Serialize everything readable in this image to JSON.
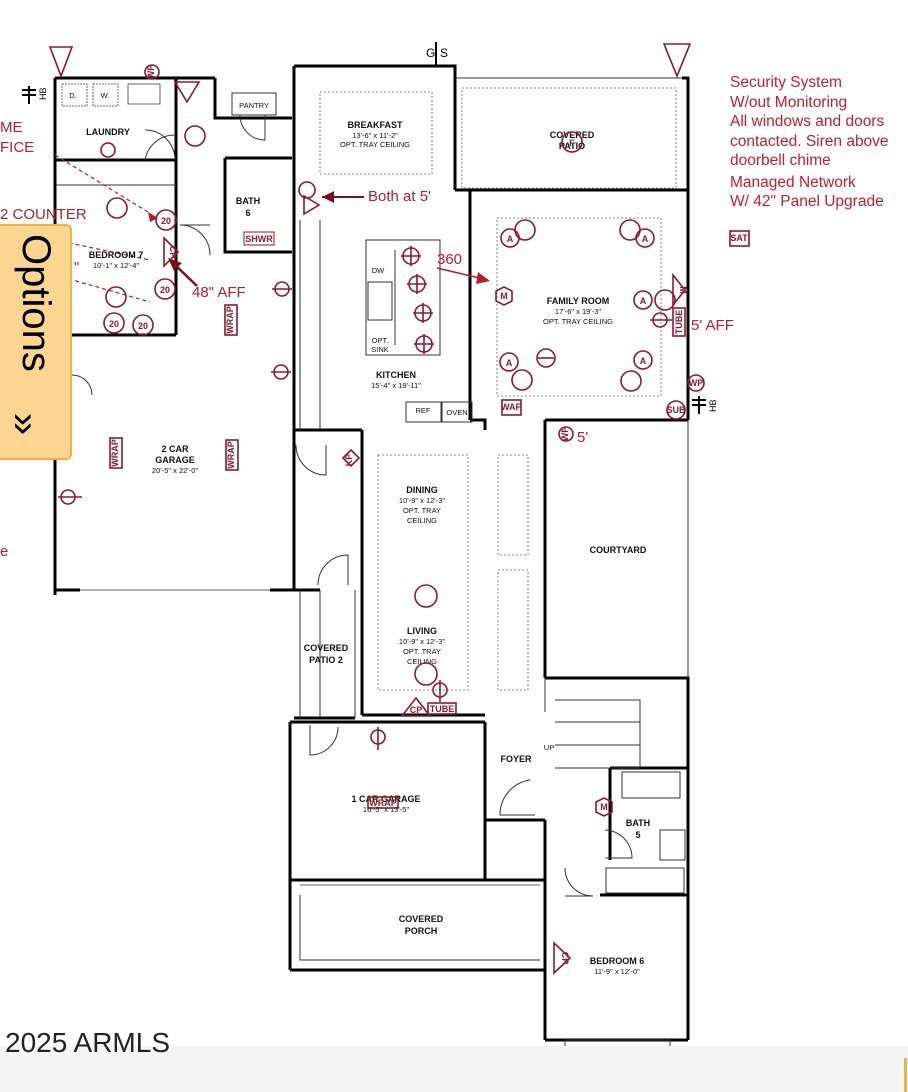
{
  "legend": {
    "lines": [
      "Security System",
      "W/out Monitoring",
      "All windows and doors",
      "contacted. Siren above",
      "doorbell chime",
      "Managed Network",
      "W/ 42\" Panel Upgrade"
    ]
  },
  "options_tab": {
    "label": "Options",
    "chevron": "»"
  },
  "copyright": "2025 ARMLS",
  "rooms": {
    "breakfast": {
      "name": "BREAKFAST",
      "dim": "13'-6\" x 11'-2\"",
      "note": "OPT. TRAY CEILING"
    },
    "covered_patio": {
      "name": "COVERED",
      "name2": "PATIO"
    },
    "family_room": {
      "name": "FAMILY ROOM",
      "dim": "17'-6\" x 19'-3\"",
      "note": "OPT. TRAY CEILING"
    },
    "kitchen": {
      "name": "KITCHEN",
      "dim": "15'-4\" x 19'-11\""
    },
    "laundry": {
      "name": "LAUNDRY"
    },
    "pantry": {
      "name": "PANTRY"
    },
    "bath6": {
      "name": "BATH",
      "num": "6"
    },
    "bedroom7": {
      "name": "BEDROOM 7",
      "dim": "10'-1\" x 12'-4\""
    },
    "garage2": {
      "name": "2 CAR",
      "name2": "GARAGE",
      "dim": "20'-5\" x 22'-0\""
    },
    "dining": {
      "name": "DINING",
      "dim": "10'-9\" x 12'-3\"",
      "note": "OPT. TRAY",
      "note2": "CEILING"
    },
    "living": {
      "name": "LIVING",
      "dim": "10'-9\" x 12'-3\"",
      "note": "OPT. TRAY",
      "note2": "CEILING"
    },
    "courtyard": {
      "name": "COURTYARD"
    },
    "covered_patio2": {
      "name": "COVERED",
      "name2": "PATIO 2"
    },
    "foyer": {
      "name": "FOYER"
    },
    "garage1": {
      "name": "1 CAR GARAGE",
      "dim": "16'-5\" x 13'-5\""
    },
    "bath5": {
      "name": "BATH",
      "num": "5"
    },
    "covered_porch": {
      "name": "COVERED",
      "name2": "PORCH"
    },
    "bedroom6": {
      "name": "BEDROOM 6",
      "dim": "11'-9\" x 12'-0\""
    }
  },
  "fixtures": {
    "shwr": "SHWR",
    "dw": "DW",
    "opt_sink": "OPT.",
    "opt_sink2": "SINK",
    "ref": "REF",
    "oven": "OVEN",
    "up": "UP",
    "d": "D.",
    "w": "W."
  },
  "annotations": {
    "both_at_5": "Both at 5'",
    "a360": "360",
    "aff_48": "48\" AFF",
    "aff_5": "5' AFF",
    "five": "5'",
    "home_office_1": "ME",
    "home_office_2": "FICE",
    "counter": "2 COUNTER",
    "left_quote": "\"",
    "left_e": "e"
  },
  "symbols": {
    "wrap": "WRAP",
    "tube": "TUBE",
    "cp": "CP",
    "sat": "SAT",
    "wp": "WP",
    "sub": "SUB",
    "waf": "WAF",
    "kp": "KP",
    "hb": "HB",
    "m": "M",
    "a": "A",
    "twenty": "20",
    "f": "F",
    "g": "G",
    "s": "S"
  }
}
